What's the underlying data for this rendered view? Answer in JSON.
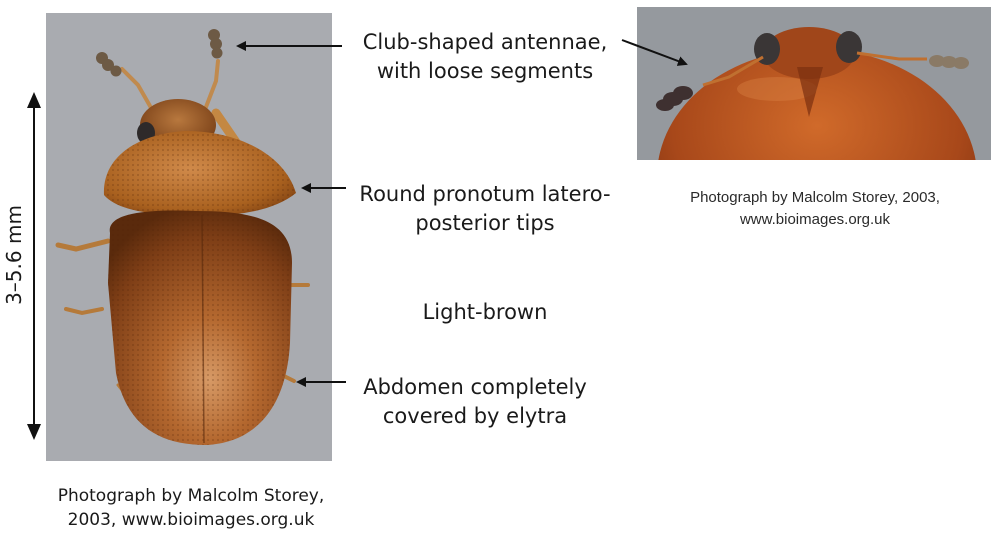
{
  "main_photo": {
    "credit_line1": "Photograph by Malcolm Storey,",
    "credit_line2": "2003, www.bioimages.org.uk",
    "scale_label": "3–5.6 mm"
  },
  "head_photo": {
    "credit_line1": "Photograph by Malcolm Storey, 2003,",
    "credit_line2": "www.bioimages.org.uk"
  },
  "annotations": {
    "antennae": {
      "line1": "Club-shaped antennae,",
      "line2": "with loose segments"
    },
    "pronotum": {
      "line1": "Round pronotum latero-",
      "line2": "posterior tips"
    },
    "color": {
      "line1": "Light-brown"
    },
    "abdomen": {
      "line1": "Abdomen completely",
      "line2": "covered by elytra"
    }
  },
  "colors": {
    "photo_background": "#a9abb0",
    "beetle_brown": "#8a4a1c",
    "elytra_highlight": "#c98a55",
    "head_photo_shell": "#b0521d"
  }
}
